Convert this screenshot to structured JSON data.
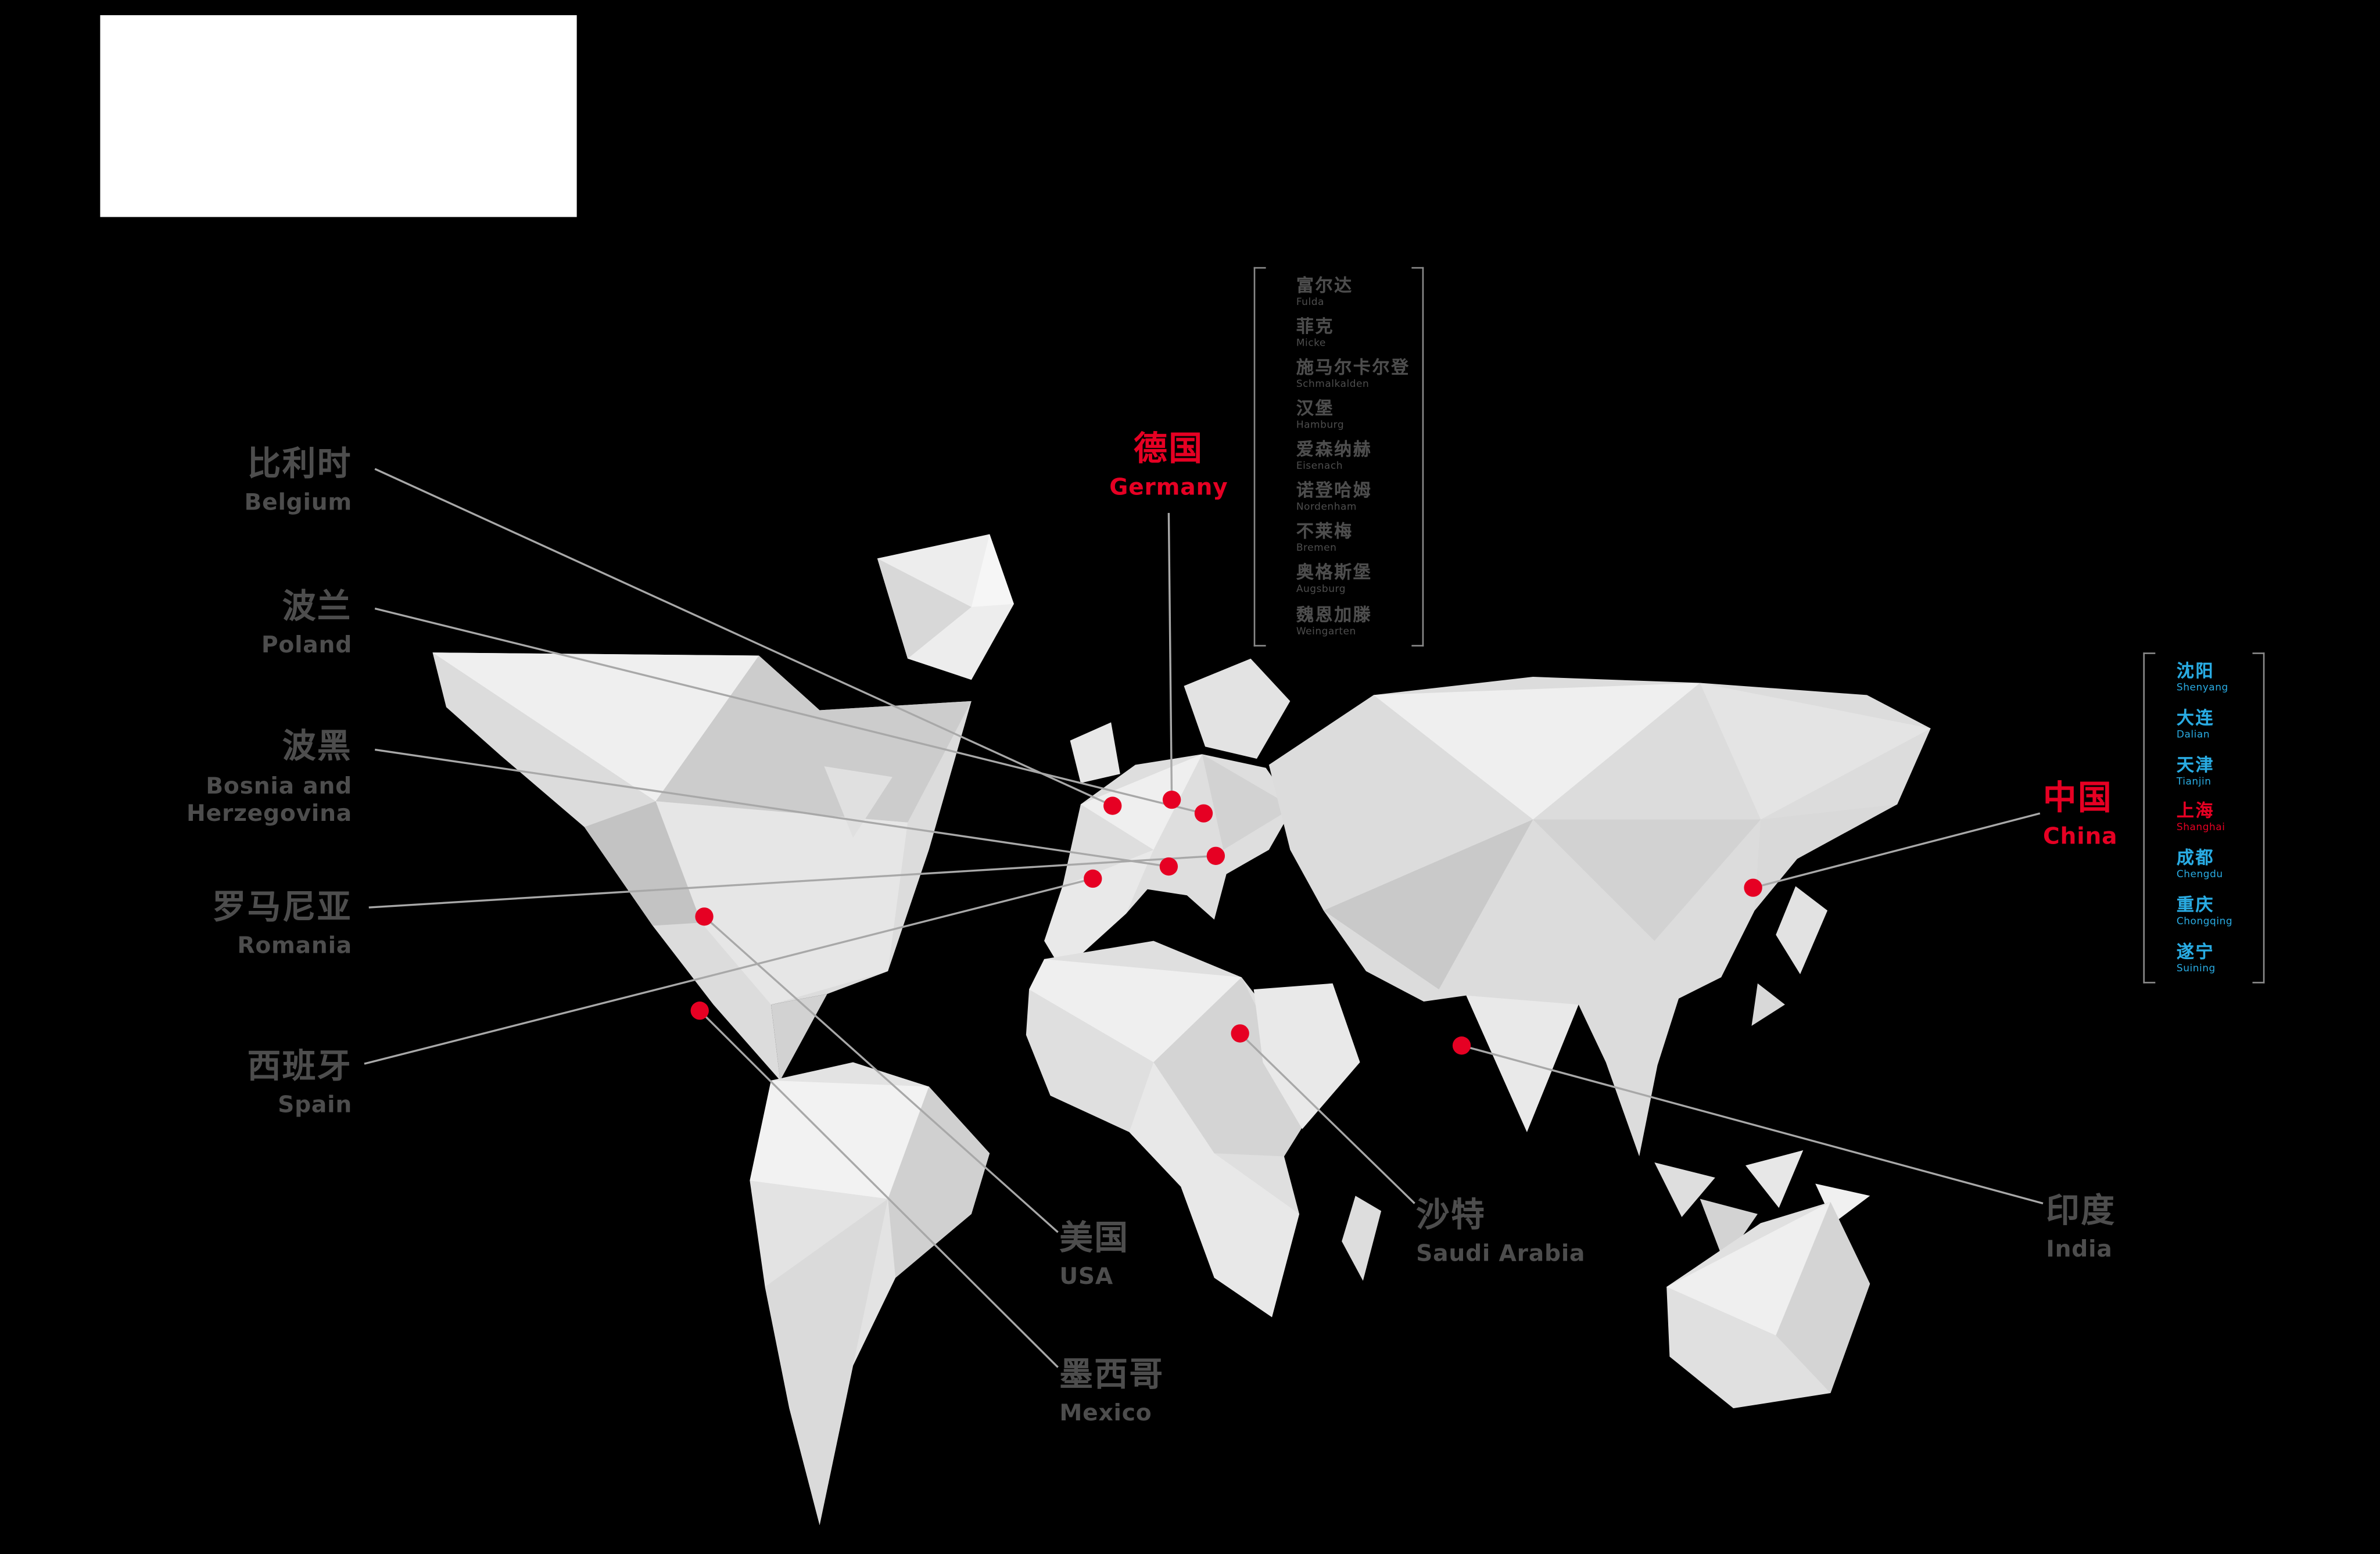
{
  "colors": {
    "background": "#000000",
    "accent_red": "#e60023",
    "city_blue": "#29abe2",
    "label_gray": "#4d4d4d",
    "line_gray": "#a8a8a8",
    "map_light": "#e0e0e0"
  },
  "countries": [
    {
      "id": "belgium",
      "zh": "比利时",
      "en": "Belgium"
    },
    {
      "id": "poland",
      "zh": "波兰",
      "en": "Poland"
    },
    {
      "id": "bosnia-and-herzegovina",
      "zh": "波黑",
      "en": "Bosnia and Herzegovina"
    },
    {
      "id": "romania",
      "zh": "罗马尼亚",
      "en": "Romania"
    },
    {
      "id": "spain",
      "zh": "西班牙",
      "en": "Spain"
    },
    {
      "id": "germany",
      "zh": "德国",
      "en": "Germany",
      "highlight": true
    },
    {
      "id": "usa",
      "zh": "美国",
      "en": "USA"
    },
    {
      "id": "mexico",
      "zh": "墨西哥",
      "en": "Mexico"
    },
    {
      "id": "saudi-arabia",
      "zh": "沙特",
      "en": "Saudi Arabia"
    },
    {
      "id": "china",
      "zh": "中国",
      "en": "China",
      "highlight": true
    },
    {
      "id": "india",
      "zh": "印度",
      "en": "India"
    }
  ],
  "germany_cities": [
    {
      "zh": "富尔达",
      "en": "Fulda"
    },
    {
      "zh": "菲克",
      "en": "Micke"
    },
    {
      "zh": "施马尔卡尔登",
      "en": "Schmalkalden"
    },
    {
      "zh": "汉堡",
      "en": "Hamburg"
    },
    {
      "zh": "爱森纳赫",
      "en": "Eisenach"
    },
    {
      "zh": "诺登哈姆",
      "en": "Nordenham"
    },
    {
      "zh": "不莱梅",
      "en": "Bremen"
    },
    {
      "zh": "奥格斯堡",
      "en": "Augsburg"
    },
    {
      "zh": "魏恩加滕",
      "en": "Weingarten"
    }
  ],
  "china_cities": [
    {
      "zh": "沈阳",
      "en": "Shenyang"
    },
    {
      "zh": "大连",
      "en": "Dalian"
    },
    {
      "zh": "天津",
      "en": "Tianjin"
    },
    {
      "zh": "上海",
      "en": "Shanghai",
      "highlight": true
    },
    {
      "zh": "成都",
      "en": "Chengdu"
    },
    {
      "zh": "重庆",
      "en": "Chongqing"
    },
    {
      "zh": "遂宁",
      "en": "Suining"
    }
  ]
}
